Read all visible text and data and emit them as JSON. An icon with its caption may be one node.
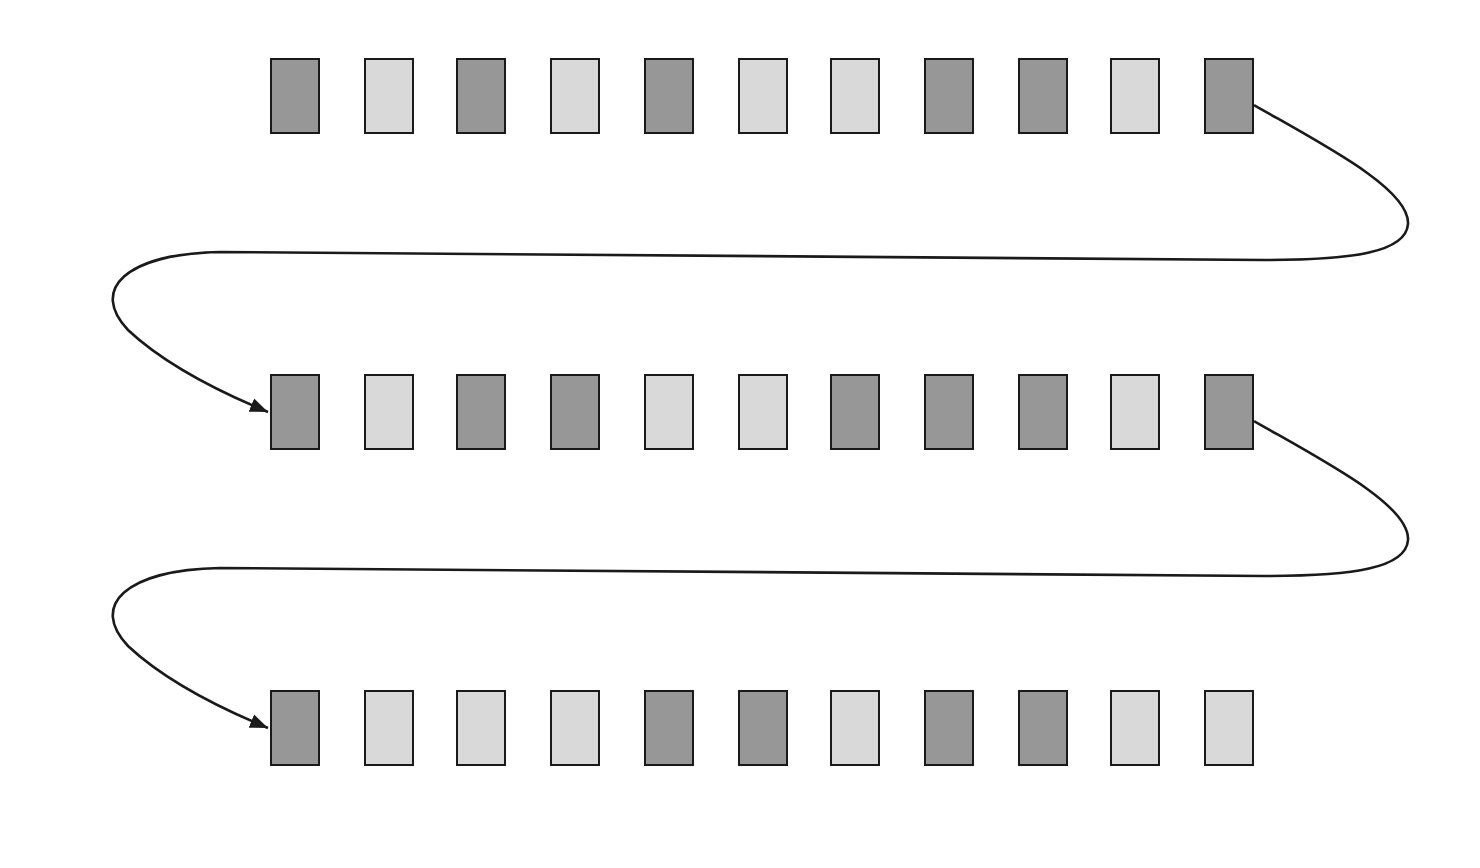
{
  "diagram": {
    "nodes": [
      {
        "text": [],
        "shape": "box"
      },
      {
        "text": [],
        "shape": "box"
      },
      {
        "text": [],
        "shape": "box"
      },
      {
        "text": [],
        "shape": "box"
      },
      {
        "text": [],
        "shape": "box"
      },
      {
        "text": [],
        "shape": "box"
      },
      {
        "text": [],
        "shape": "box"
      },
      {
        "text": [],
        "shape": "box"
      },
      {
        "text": [],
        "shape": "box"
      },
      {
        "text": [],
        "shape": "box"
      },
      {
        "text": [],
        "shape": "box"
      },
      {
        "text": [],
        "shape": "box"
      },
      {
        "text": [],
        "shape": "box"
      },
      {
        "text": [],
        "shape": "box"
      },
      {
        "text": [],
        "shape": "box"
      },
      {
        "text": [],
        "shape": "box"
      },
      {
        "text": [],
        "shape": "box"
      },
      {
        "text": [],
        "shape": "box"
      },
      {
        "text": [],
        "shape": "box"
      },
      {
        "text": [],
        "shape": "box"
      },
      {
        "text": [],
        "shape": "box"
      },
      {
        "text": [],
        "shape": "box"
      },
      {
        "text": [],
        "shape": "box"
      },
      {
        "text": [],
        "shape": "box"
      },
      {
        "text": [],
        "shape": "box"
      },
      {
        "text": [],
        "shape": "box"
      },
      {
        "text": [],
        "shape": "box"
      },
      {
        "text": [],
        "shape": "box"
      },
      {
        "text": [],
        "shape": "box"
      },
      {
        "text": [],
        "shape": "box"
      },
      {
        "text": [],
        "shape": "box"
      },
      {
        "text": [],
        "shape": "box"
      },
      {
        "text": [],
        "shape": "box"
      }
    ],
    "edges": [
      {
        "from": 10,
        "to": 11,
        "arrow": "to"
      },
      {
        "from": 21,
        "to": 22,
        "arrow": "to"
      }
    ]
  }
}
